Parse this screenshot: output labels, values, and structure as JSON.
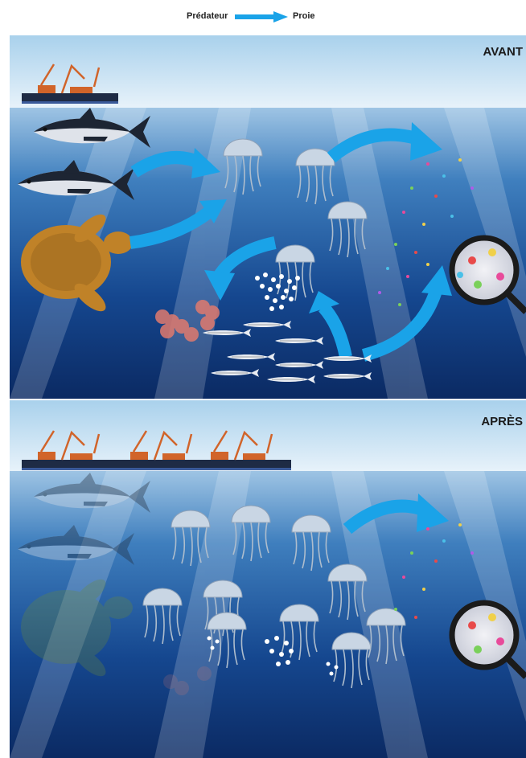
{
  "legend": {
    "predator_label": "Prédateur",
    "prey_label": "Proie",
    "arrow_color": "#1aa3e8"
  },
  "panels": [
    {
      "title": "AVANT",
      "boats": 1,
      "credit": "",
      "species": [
        "tuna-icon",
        "tuna-icon",
        "sea-turtle-icon",
        "jellyfish-icon",
        "fish-eggs-icon",
        "larvae-icon",
        "small-fish-icon",
        "plankton-icon",
        "magnifier-icon"
      ]
    },
    {
      "title": "APRÈS",
      "boats": 3,
      "credit": "",
      "species": [
        "tuna-icon",
        "sea-turtle-icon",
        "jellyfish-icon",
        "plankton-icon",
        "magnifier-icon"
      ]
    }
  ],
  "colors": {
    "sky": "#dcebf6",
    "water_top": "#5a95c9",
    "water_bottom": "#0d2e6a",
    "arrow": "#1aa3e8",
    "turtle": "#c08228"
  }
}
